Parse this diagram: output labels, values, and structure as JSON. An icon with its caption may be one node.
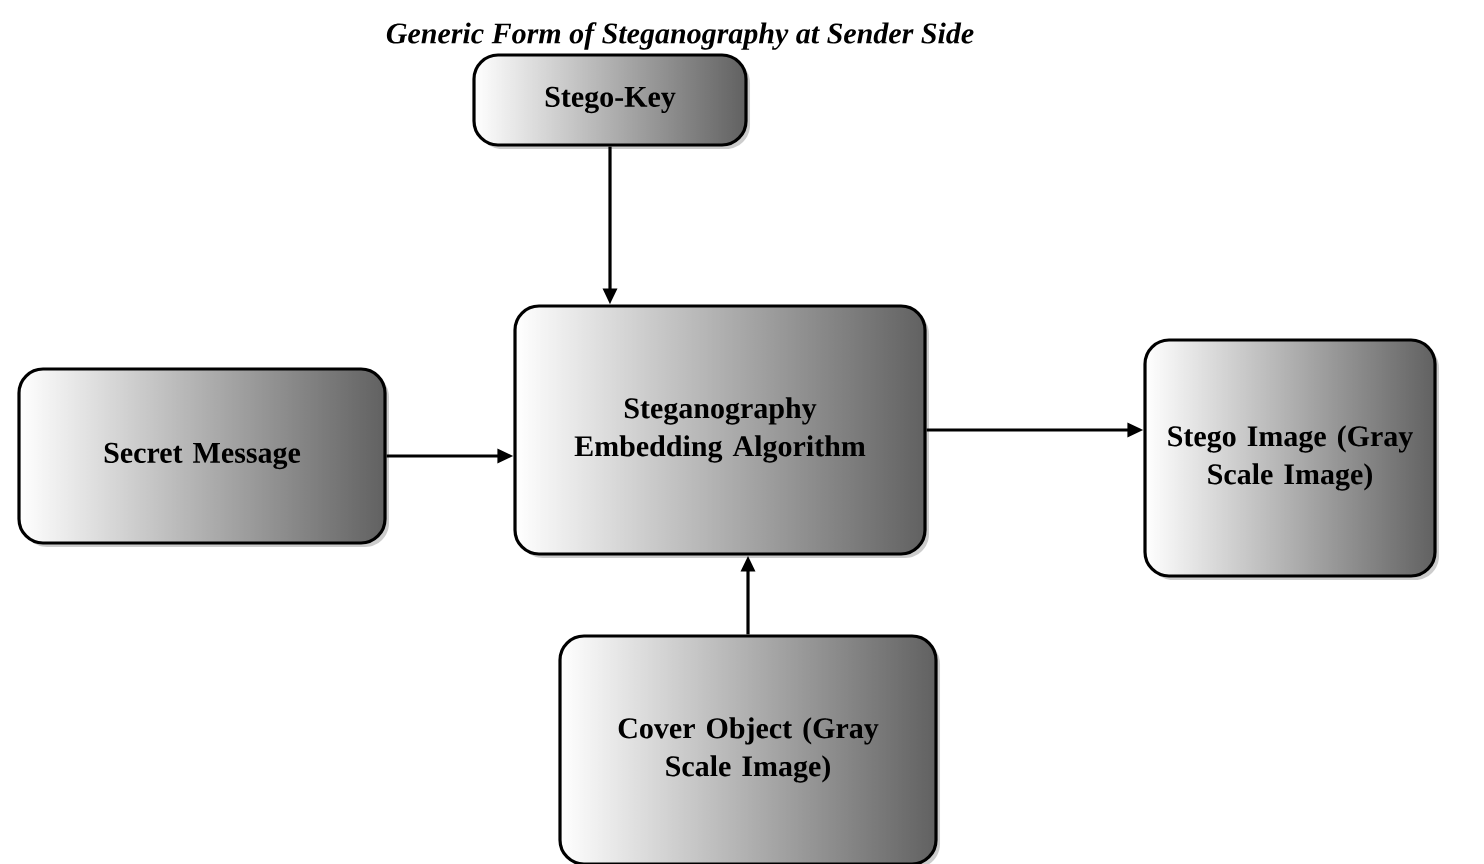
{
  "diagram": {
    "title": "Generic Form of Steganography at Sender Side",
    "nodes": [
      {
        "text": [
          "Stego-Key"
        ]
      },
      {
        "text": [
          "Steganography Embedding Algorithm"
        ]
      },
      {
        "text": [
          "Secret Message"
        ]
      },
      {
        "text": [
          "Stego Image (Gray Scale Image)"
        ]
      },
      {
        "text": [
          "Cover Object (Gray Scale Image)"
        ]
      }
    ],
    "edges": [
      {
        "from": 0,
        "to": 1,
        "arrow": "to"
      },
      {
        "from": 2,
        "to": 1,
        "arrow": "to"
      },
      {
        "from": 1,
        "to": 3,
        "arrow": "to"
      },
      {
        "from": 4,
        "to": 1,
        "arrow": "to"
      }
    ]
  }
}
